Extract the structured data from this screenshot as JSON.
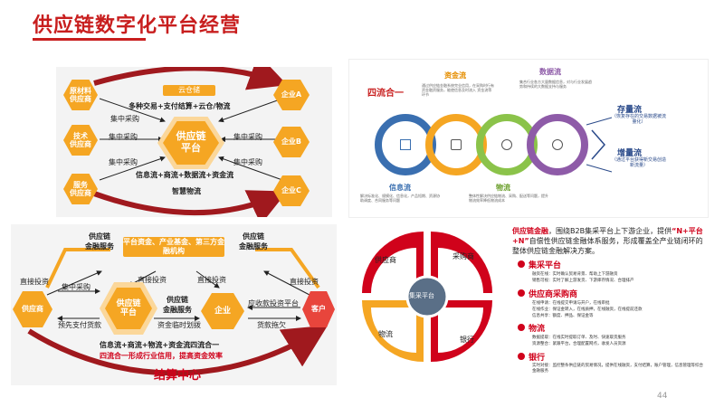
{
  "page": {
    "title": "供应链数字化平台经营",
    "number": "44"
  },
  "tl": {
    "hex_left": [
      "原材料\n供应商",
      "技术\n供应商",
      "服务\n供应商"
    ],
    "hex_center": "供应链\n平台",
    "hex_right": [
      "企业A",
      "企业B",
      "企业C"
    ],
    "cloud": "云仓储",
    "multi": "多种交易+支付结算+云仓/物流",
    "buy1": "集中采购",
    "buy2": "集中采购",
    "buy3": "集中采购",
    "buy4": "集中采购",
    "buy5": "集中采购",
    "flows": "信息流+商流+数据流+资金流",
    "logistics": "智慧物流"
  },
  "tr": {
    "title": "四流合一",
    "capital": "资金流",
    "data": "数据流",
    "info": "信息流",
    "logistics": "物流",
    "capital_desc": "通过供应链金融系统完业信用，在采购时行有资金融资服务，能使信息及时流入 资金流等环节",
    "data_desc": "集合行业各方大量数据信息，对与行业发展趋势和持续的大数据支持与服务",
    "info_desc": "解决标准化、规模化、信息化，产品短期、资源协助调度、合同服务等问题",
    "log_desc": "整体性解决供应链物流、采购、配送等问题，提升物流效率降低物流成本",
    "stock": "存量流",
    "stock_sub": "（恢复存在的交易数据被流量化）",
    "incr": "增量流",
    "incr_sub": "（通过平台获得新交易创造新流量）"
  },
  "bl": {
    "top_box": "平台资金、产业基金、第三方金融机构",
    "fin_l": "供应链\n金融服务",
    "fin_r": "供应链\n金融服务",
    "direct1": "直接投资",
    "direct2": "直接投资",
    "direct3": "直接投资",
    "direct4": "直接投资",
    "supplier": "供应商",
    "platform": "供应链\n平台",
    "enterprise": "企业",
    "customer": "客户",
    "buy": "集中采购",
    "prepay": "预先支付货款",
    "fin_mid": "供应链\n金融服务",
    "fund_transfer": "资金临时划拨",
    "recv": "应收款投资平台",
    "owed": "货款拖欠",
    "flows": "信息流+商流+物流+资金流四流合一",
    "slogan": "四流合一形成行业信用，提高资金效率",
    "center": "结算中心"
  },
  "br": {
    "petals": [
      "供应商",
      "采购商",
      "物流",
      "银行"
    ],
    "center": "集采平台",
    "intro_red1": "供应链金融",
    "intro_1": "，围绕B2B集采平台上下游企业，提供",
    "intro_red2": "“N+平台+N”",
    "intro_2": "自偿性供应链金融体系服务，形成覆盖全产业链闭环的整体供应链金融解决方案。",
    "sections": [
      {
        "title": "集采平台",
        "items": [
          "融资在线：实时确认贸易背景、帮助上下游融资",
          "销售可视：实时了解上游发货、下游库存情况、合理排产"
        ]
      },
      {
        "title": "供应商采购商",
        "items": [
          "在线申请：在线提交申请与开户，在线审批",
          "在线作业：保证金转入，在线质押，在线融资，在线提前还款",
          "信息共享：额度、押品、保证金等"
        ]
      },
      {
        "title": "物流",
        "items": [
          "数据提取：在线实时提取订单、及时、快速取货服务",
          "资源整合：紧跟平台，合理配置网点，收发人员资源"
        ]
      },
      {
        "title": "银行",
        "items": [
          "实时对接：监控整条供应链的贸易情况，提供在线融资，支付结算，账户管理，信息管理等综合金融服务"
        ]
      }
    ]
  }
}
